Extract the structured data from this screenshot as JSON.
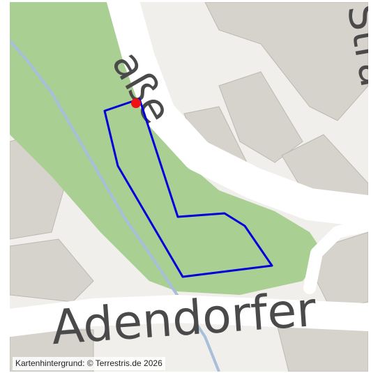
{
  "map": {
    "street_label_top": "aße",
    "street_label_corner": "Stra",
    "street_label_bottom": "Adendorfer",
    "attribution": "Kartenhintergrund: © Terrestris.de 2026",
    "colors": {
      "park": "#a9cf92",
      "background": "#f1efec",
      "road": "#ffffff",
      "building": "#d6d2cc",
      "building_outline": "#bdb8b1",
      "creek": "#a7bfd9",
      "polygon_outline": "#0000dd",
      "point_marker": "#ee1111",
      "label": "#4a4a4a"
    },
    "icons": [
      "point-marker-icon"
    ]
  }
}
